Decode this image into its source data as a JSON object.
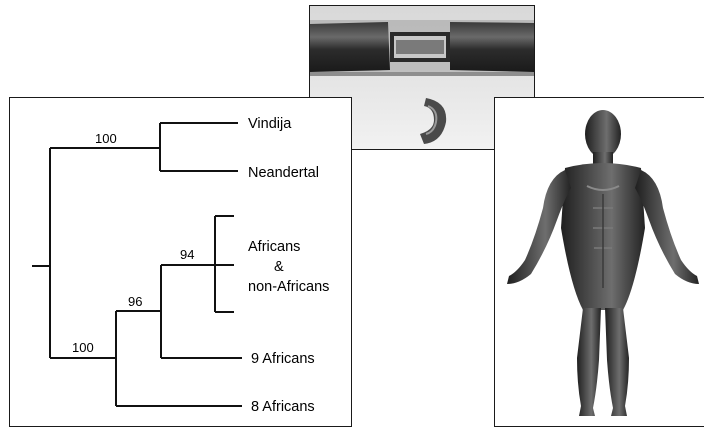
{
  "tree": {
    "leaves": {
      "vindija": "Vindija",
      "neandertal": "Neandertal",
      "africans_line1": "Africans",
      "africans_line2": "&",
      "africans_line3": "non-Africans",
      "nine_africans": "9 Africans",
      "eight_africans": "8 Africans"
    },
    "bootstrap": {
      "neandertal_clade": "100",
      "human_clade": "100",
      "node_96": "96",
      "node_94": "94"
    }
  },
  "colors": {
    "line": "#111111",
    "panel_border": "#1a1a1a",
    "background": "#ffffff"
  },
  "figures": {
    "bone_photo": "bone-fragment-photo",
    "reconstruction": "neandertal-reconstruction-figure"
  }
}
